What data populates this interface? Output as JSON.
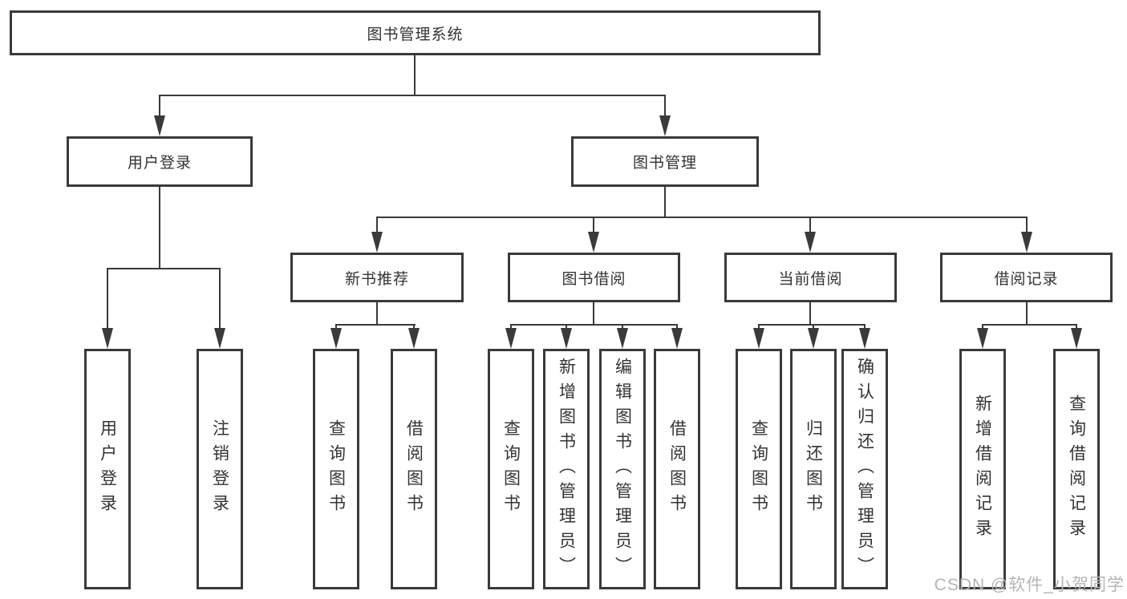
{
  "title": "图书管理系统",
  "watermark": "CSDN @软件_小贺同学",
  "colors": {
    "line": "#3a3a3a",
    "text": "#333333",
    "box_bg": "#ffffff",
    "watermark": "#b5b5b5",
    "page_bg": "#ffffff"
  },
  "nodes": {
    "root": {
      "label": "图书管理系统"
    },
    "branches": [
      {
        "label": "用户登录",
        "parent": "图书管理系统"
      },
      {
        "label": "图书管理",
        "parent": "图书管理系统"
      }
    ],
    "modules": [
      {
        "label": "新书推荐",
        "parent": "图书管理"
      },
      {
        "label": "图书借阅",
        "parent": "图书管理"
      },
      {
        "label": "当前借阅",
        "parent": "图书管理"
      },
      {
        "label": "借阅记录",
        "parent": "图书管理"
      }
    ],
    "leaves": [
      {
        "label": "用户登录",
        "parent": "用户登录"
      },
      {
        "label": "注销登录",
        "parent": "用户登录"
      },
      {
        "label": "查询图书",
        "parent": "新书推荐"
      },
      {
        "label": "借阅图书",
        "parent": "新书推荐"
      },
      {
        "label": "查询图书",
        "parent": "图书借阅"
      },
      {
        "label": "新增图书（管理员）",
        "parent": "图书借阅"
      },
      {
        "label": "编辑图书（管理员）",
        "parent": "图书借阅"
      },
      {
        "label": "借阅图书",
        "parent": "图书借阅"
      },
      {
        "label": "查询图书",
        "parent": "当前借阅"
      },
      {
        "label": "归还图书",
        "parent": "当前借阅"
      },
      {
        "label": "确认归还（管理员）",
        "parent": "当前借阅"
      },
      {
        "label": "新增借阅记录",
        "parent": "借阅记录"
      },
      {
        "label": "查询借阅记录",
        "parent": "借阅记录"
      }
    ]
  }
}
